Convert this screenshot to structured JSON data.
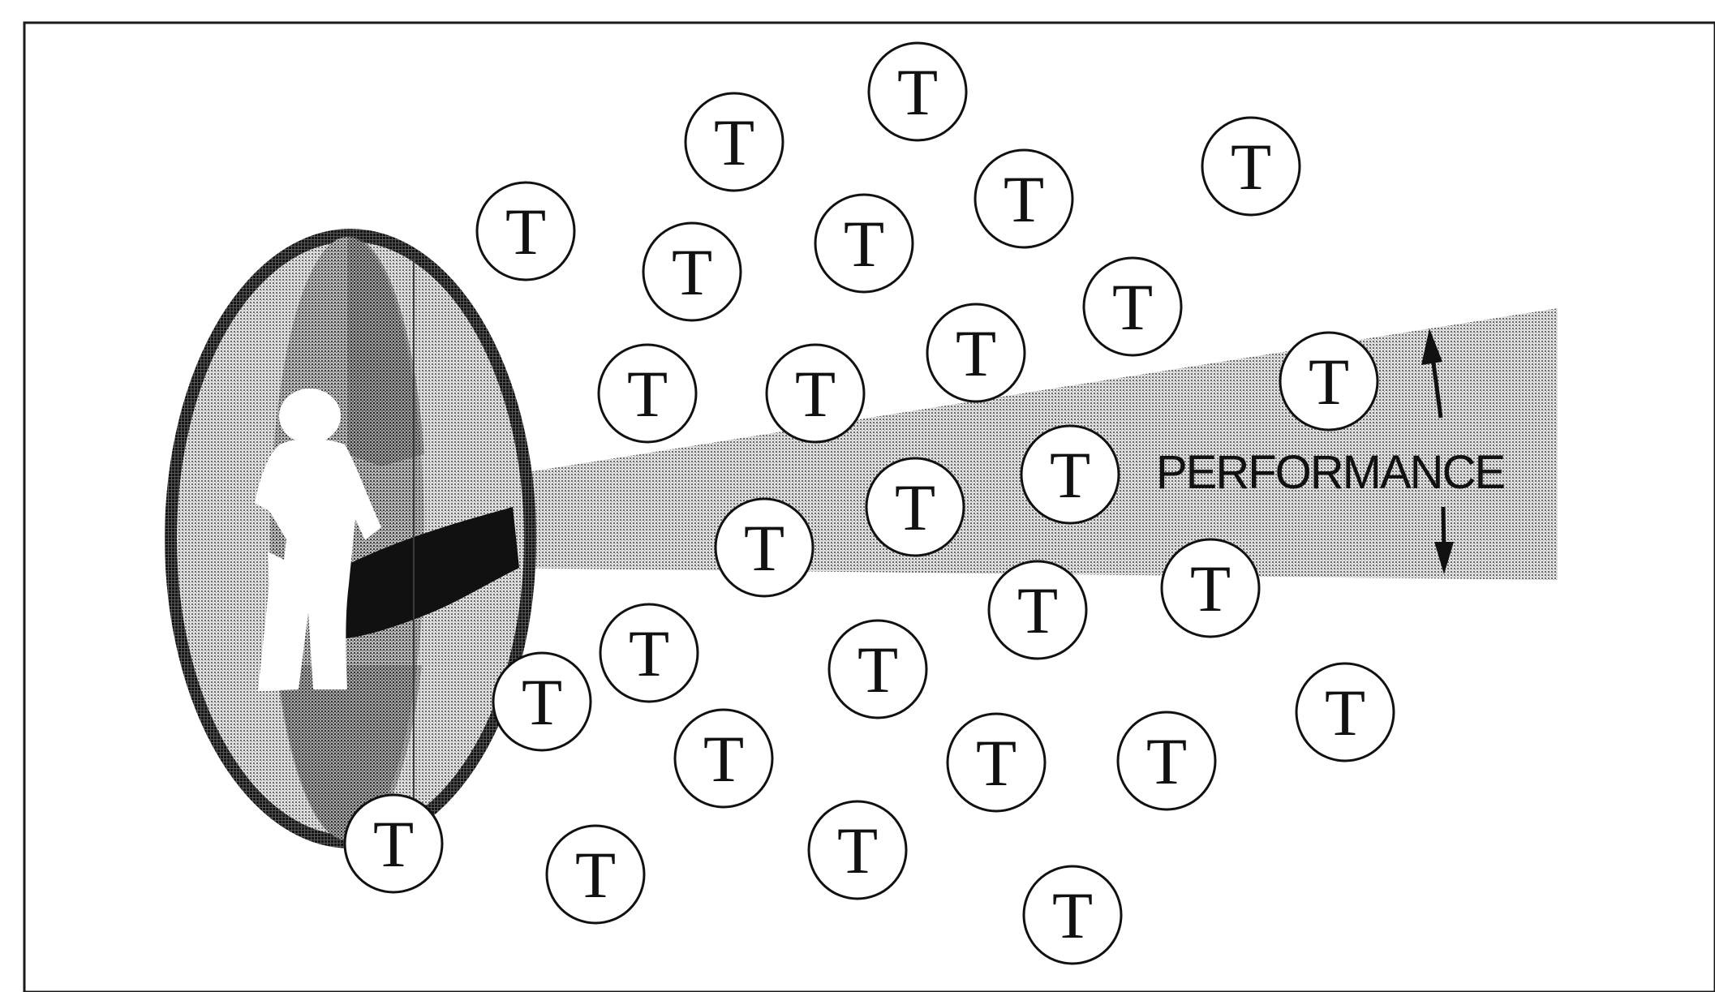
{
  "figure": {
    "label": "PERFORMANCE",
    "token_glyph": "T",
    "token_count": 28,
    "icons": {
      "person": "person-icon",
      "shield": "shield-ellipse-icon",
      "beam": "performance-beam",
      "arrow_up": "arrow-up-icon",
      "arrow_down": "arrow-down-icon",
      "token": "token-circle-icon"
    },
    "colors": {
      "ink": "#111111",
      "background": "#ffffff",
      "stipple_light": "#c8c8c8",
      "stipple_mid": "#9a9a9a",
      "stipple_dark": "#6e6e6e"
    }
  }
}
